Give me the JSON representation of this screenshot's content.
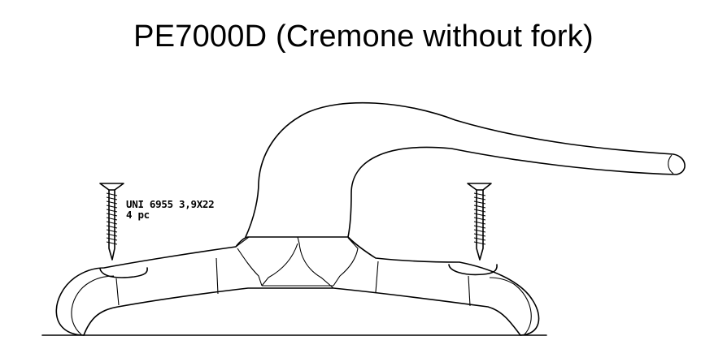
{
  "title": "PE7000D (Cremone without fork)",
  "screw_spec": "UNI 6955 3,9X22",
  "screw_qty": "4 pc"
}
